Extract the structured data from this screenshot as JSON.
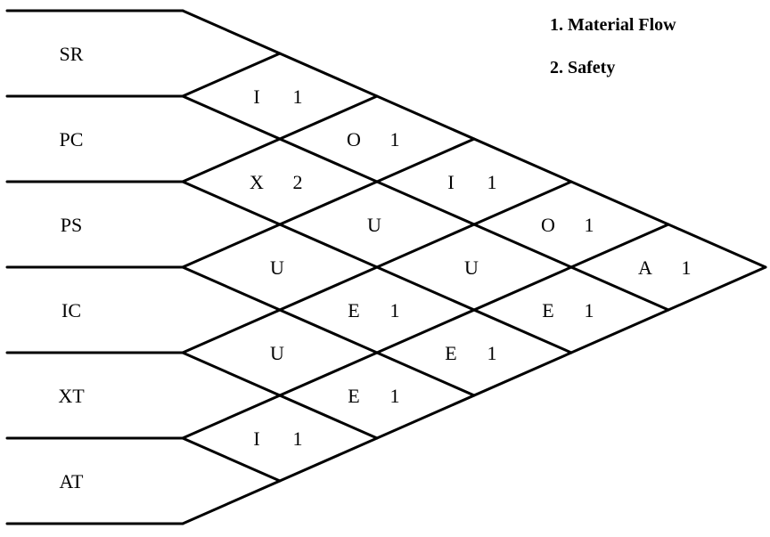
{
  "legend": {
    "item1": "1. Material Flow",
    "item2": "2. Safety"
  },
  "departments": [
    "SR",
    "PC",
    "PS",
    "IC",
    "XT",
    "AT"
  ],
  "relationships": [
    {
      "pair": [
        "SR",
        "PC"
      ],
      "code": "I",
      "reason": "1"
    },
    {
      "pair": [
        "PC",
        "PS"
      ],
      "code": "X",
      "reason": "2"
    },
    {
      "pair": [
        "PS",
        "IC"
      ],
      "code": "U",
      "reason": ""
    },
    {
      "pair": [
        "IC",
        "XT"
      ],
      "code": "U",
      "reason": ""
    },
    {
      "pair": [
        "XT",
        "AT"
      ],
      "code": "I",
      "reason": "1"
    },
    {
      "pair": [
        "SR",
        "PS"
      ],
      "code": "O",
      "reason": "1"
    },
    {
      "pair": [
        "PC",
        "IC"
      ],
      "code": "U",
      "reason": ""
    },
    {
      "pair": [
        "PS",
        "XT"
      ],
      "code": "E",
      "reason": "1"
    },
    {
      "pair": [
        "IC",
        "AT"
      ],
      "code": "E",
      "reason": "1"
    },
    {
      "pair": [
        "SR",
        "IC"
      ],
      "code": "I",
      "reason": "1"
    },
    {
      "pair": [
        "PC",
        "XT"
      ],
      "code": "U",
      "reason": ""
    },
    {
      "pair": [
        "PS",
        "AT"
      ],
      "code": "E",
      "reason": "1"
    },
    {
      "pair": [
        "SR",
        "XT"
      ],
      "code": "O",
      "reason": "1"
    },
    {
      "pair": [
        "PC",
        "AT"
      ],
      "code": "E",
      "reason": "1"
    },
    {
      "pair": [
        "SR",
        "AT"
      ],
      "code": "A",
      "reason": "1"
    }
  ]
}
